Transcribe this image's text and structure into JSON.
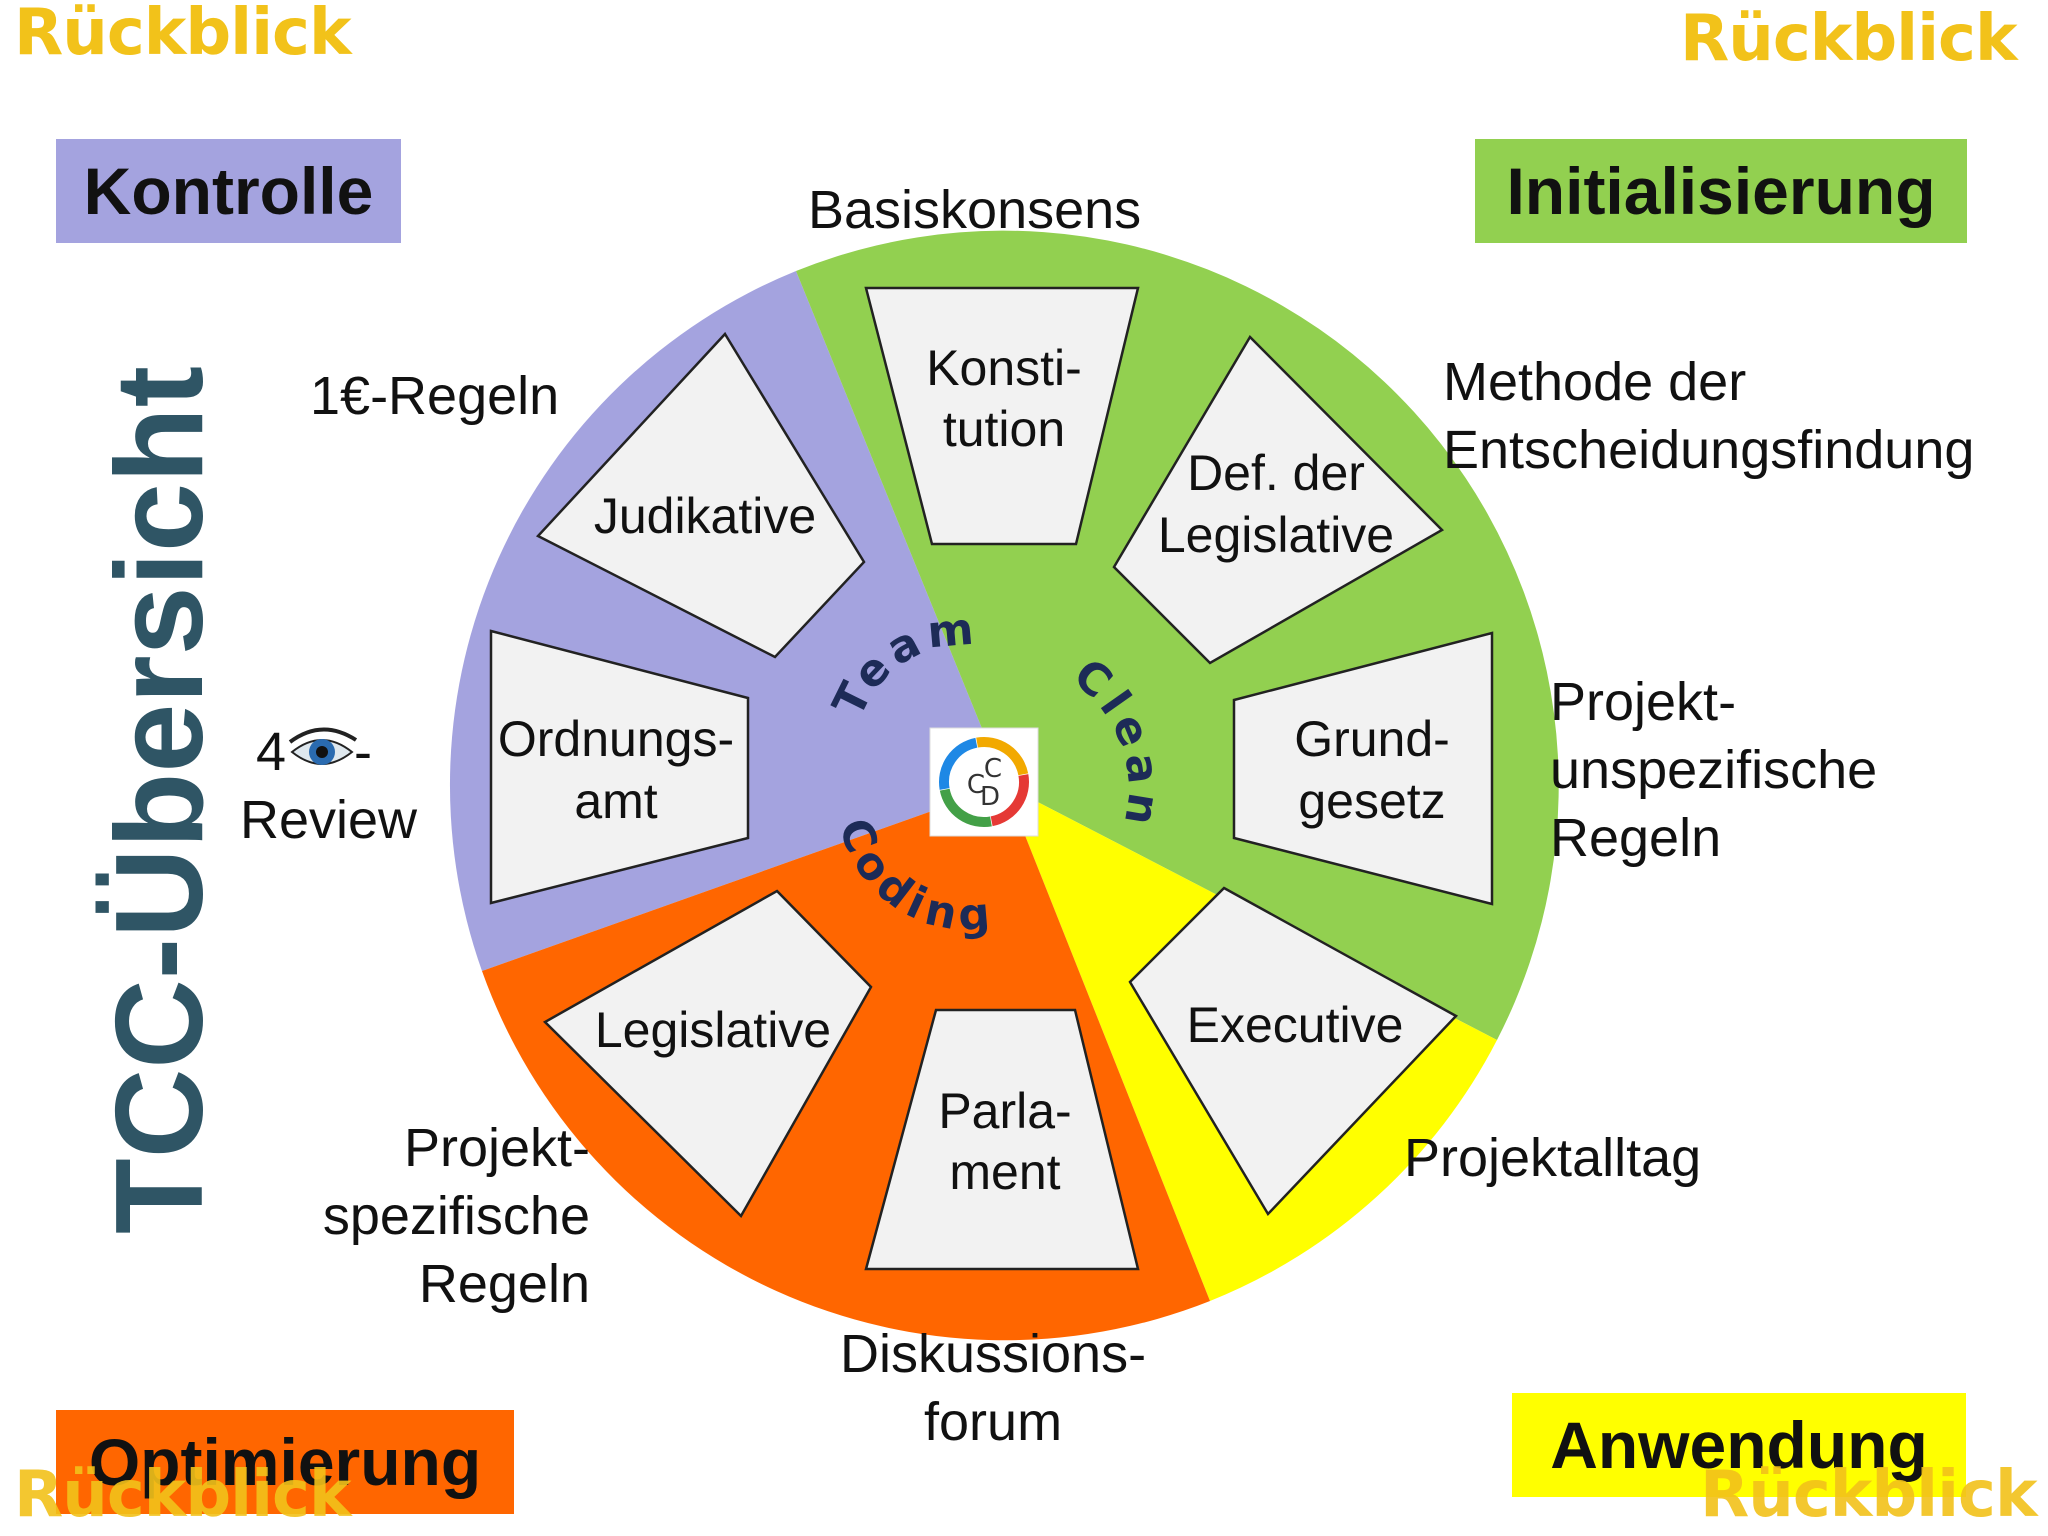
{
  "watermark": "Rückblick",
  "side_title": "TCC-Übersicht",
  "quadrants": {
    "kontrolle": {
      "label": "Kontrolle",
      "color": "#a4a3df"
    },
    "initialisierung": {
      "label": "Initialisierung",
      "color": "#92d050"
    },
    "optimierung": {
      "label": "Optimierung",
      "color": "#ff6600"
    },
    "anwendung": {
      "label": "Anwendung",
      "color": "#ffff00"
    }
  },
  "outer_labels": {
    "basiskonsens": "Basiskonsens",
    "methode": [
      "Methode der",
      "Entscheidungsfindung"
    ],
    "projekt_unspezifisch": [
      "Projekt-",
      "unspezifische",
      "Regeln"
    ],
    "projektalltag": "Projektalltag",
    "diskussionsforum": [
      "Diskussions-",
      "forum"
    ],
    "projekt_spezifisch": [
      "Projekt-",
      "spezifische",
      "Regeln"
    ],
    "review": [
      "4",
      "-",
      "Review"
    ],
    "euro_regeln": "1€-Regeln"
  },
  "segments": {
    "konstitution": [
      "Konsti-",
      "tution"
    ],
    "def_legislative": [
      "Def. der",
      "Legislative"
    ],
    "grundgesetz": [
      "Grund-",
      "gesetz"
    ],
    "executive": [
      "Executive"
    ],
    "parlament": [
      "Parla-",
      "ment"
    ],
    "legislative": [
      "Legislative"
    ],
    "ordnungsamt": [
      "Ordnungs-",
      "amt"
    ],
    "judikative": [
      "Judikative"
    ]
  },
  "center_words": {
    "team": "Team",
    "clean": "Clean",
    "coding": "Coding"
  },
  "logo_letters": {
    "c1": "C",
    "c2": "C",
    "d": "D"
  },
  "colors": {
    "purple": "#a4a3df",
    "green": "#92d050",
    "yellow": "#ffff00",
    "orange": "#ff6600",
    "segment_fill": "#f2f2f2",
    "title_blue": "#2f5565",
    "watermark": "#f2c21a"
  },
  "icons": {
    "eye": "eye-icon",
    "logo": "ccd-logo"
  }
}
